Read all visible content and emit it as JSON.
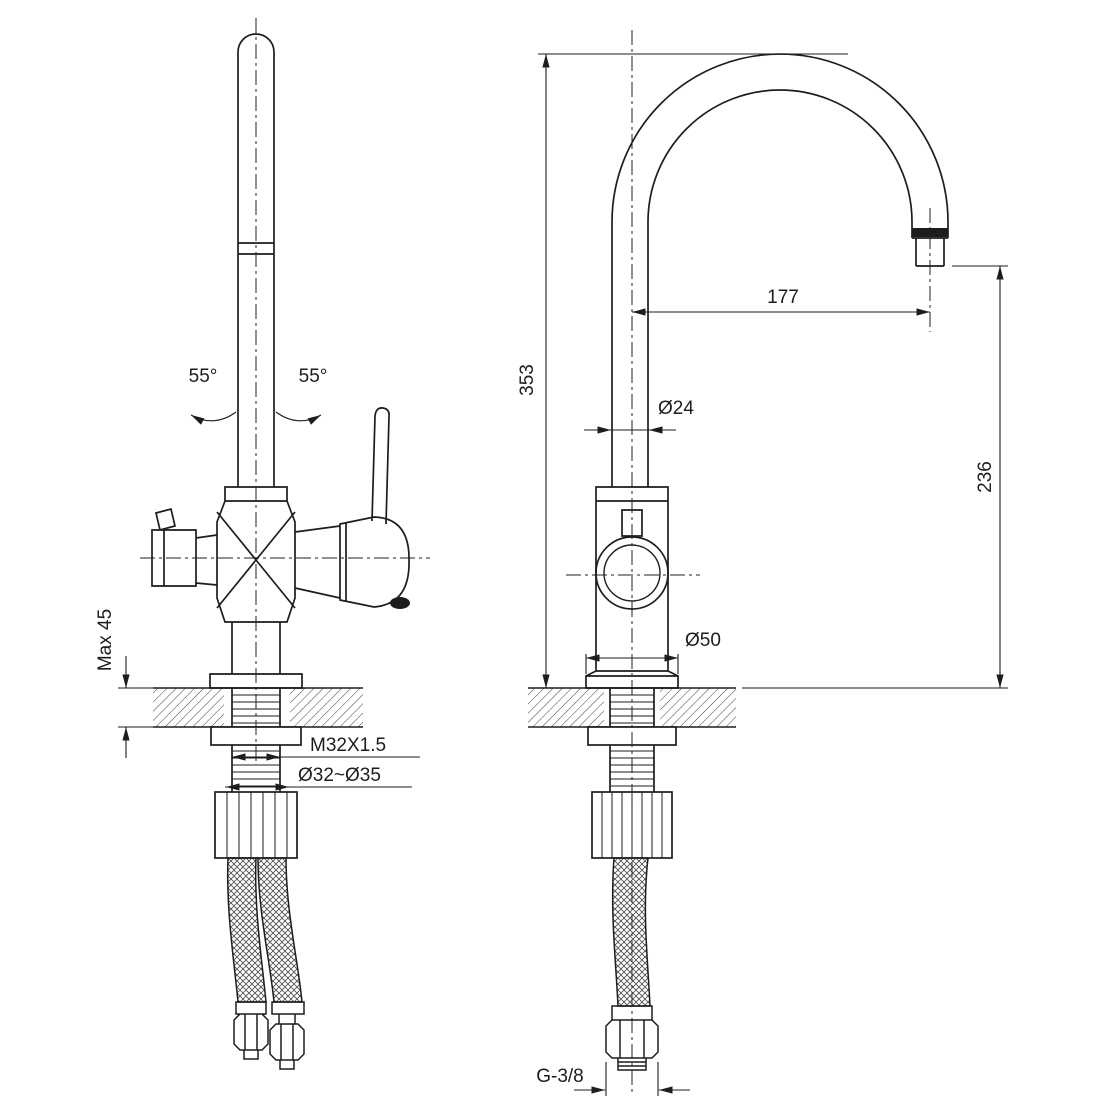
{
  "drawing": {
    "background": "#ffffff",
    "line_color": "#1d1d1d",
    "views": {
      "front": {
        "angle_left": "55°",
        "angle_right": "55°",
        "max_mount_thickness": "Max 45",
        "shank_thread": "M32X1.5",
        "hole_diameter": "Ø32~Ø35"
      },
      "side": {
        "total_height": "353",
        "spout_reach": "177",
        "spout_tube_diameter": "Ø24",
        "spout_outlet_height": "236",
        "base_diameter": "Ø50",
        "inlet_connection": "G-3/8"
      }
    }
  }
}
